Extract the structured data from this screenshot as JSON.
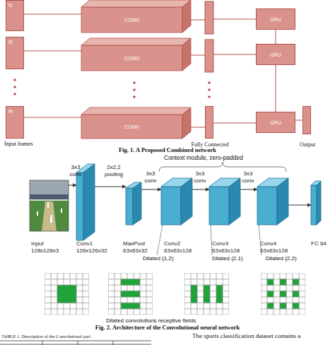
{
  "diagram": {
    "nodes": [
      {
        "text": [
          "f1"
        ]
      },
      {
        "text": [
          "CONV"
        ]
      },
      {
        "text": [
          "GRU"
        ]
      },
      {
        "text": [
          "f2"
        ]
      },
      {
        "text": [
          "CONV"
        ]
      },
      {
        "text": [
          "GRU"
        ]
      },
      {
        "text": [
          "fn"
        ]
      },
      {
        "text": [
          "CONV"
        ]
      },
      {
        "text": [
          "Fully Connected"
        ]
      },
      {
        "text": [
          "GRU"
        ]
      },
      {
        "text": [
          "Output"
        ]
      },
      {
        "text": [
          "Input",
          "128x128x3"
        ]
      },
      {
        "text": [
          "Conv1",
          "126x126x32"
        ]
      },
      {
        "text": [
          "MaxPool",
          "63x63x32"
        ]
      },
      {
        "text": [
          "Conv2",
          "63x63x128"
        ]
      },
      {
        "text": [
          "Conv3",
          "63x63x128"
        ]
      },
      {
        "text": [
          "Conv4",
          "63x63x128"
        ]
      },
      {
        "text": [
          "FC 64"
        ]
      }
    ],
    "edges": [
      {
        "from": 0,
        "to": 1,
        "arrow": "none"
      },
      {
        "from": 3,
        "to": 4,
        "arrow": "none"
      },
      {
        "from": 6,
        "to": 7,
        "arrow": "none"
      },
      {
        "from": 7,
        "to": 8,
        "arrow": "none"
      },
      {
        "from": 8,
        "to": 9,
        "arrow": "none"
      },
      {
        "from": 2,
        "to": 5,
        "arrow": "none"
      },
      {
        "from": 5,
        "to": 9,
        "arrow": "none"
      },
      {
        "from": 9,
        "to": 10,
        "arrow": "none"
      },
      {
        "from": 11,
        "to": 12,
        "label": "3x3 conv",
        "arrow": "to"
      },
      {
        "from": 12,
        "to": 13,
        "label": "2x2,2 pooling",
        "arrow": "to"
      },
      {
        "from": 13,
        "to": 14,
        "label": "3x3 conv",
        "arrow": "to"
      },
      {
        "from": 14,
        "to": 15,
        "label": "3x3 conv",
        "arrow": "to"
      },
      {
        "from": 15,
        "to": 16,
        "label": "3x3 conv",
        "arrow": "to"
      },
      {
        "from": 16,
        "to": 17,
        "arrow": "to"
      }
    ],
    "labels": [
      "Input frames",
      "Fig. 1. A Proposed Combined network",
      "Context module, zero-padded",
      "Dilated (1,2)",
      "Dilated (2,1)",
      "Dilated (2,2)",
      "Dilated convolutions receptive fields",
      "Fig. 2. Architecture of the Convolutional neural network",
      "TABLE 1. Description of the Convolutional part",
      "The sports classification dataset contains a"
    ]
  }
}
